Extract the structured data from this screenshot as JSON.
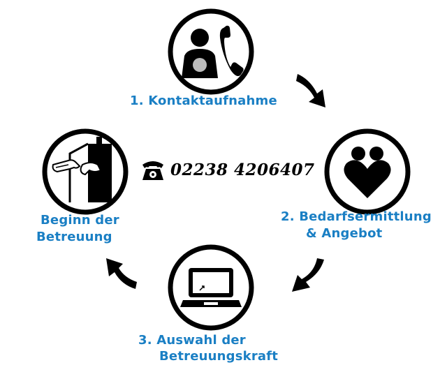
{
  "steps": {
    "step1": {
      "label": "1. Kontaktaufnahme",
      "icon": "contact-phone-icon"
    },
    "step2": {
      "label_line1": "2. Bedarfsermittlung",
      "label_line2": "& Angebot",
      "icon": "heart-people-icon"
    },
    "step3": {
      "label_line1": "3. Auswahl der",
      "label_line2": "Betreuungskraft",
      "icon": "laptop-icon"
    },
    "step4": {
      "label_line1": "Beginn der",
      "label_line2": "Betreuung",
      "icon": "helping-hands-icon"
    }
  },
  "phone": {
    "number": "02238 4206407",
    "icon": "telephone-icon"
  },
  "colors": {
    "label": "#1a7fc4",
    "icon": "#000000",
    "background": "#ffffff"
  }
}
